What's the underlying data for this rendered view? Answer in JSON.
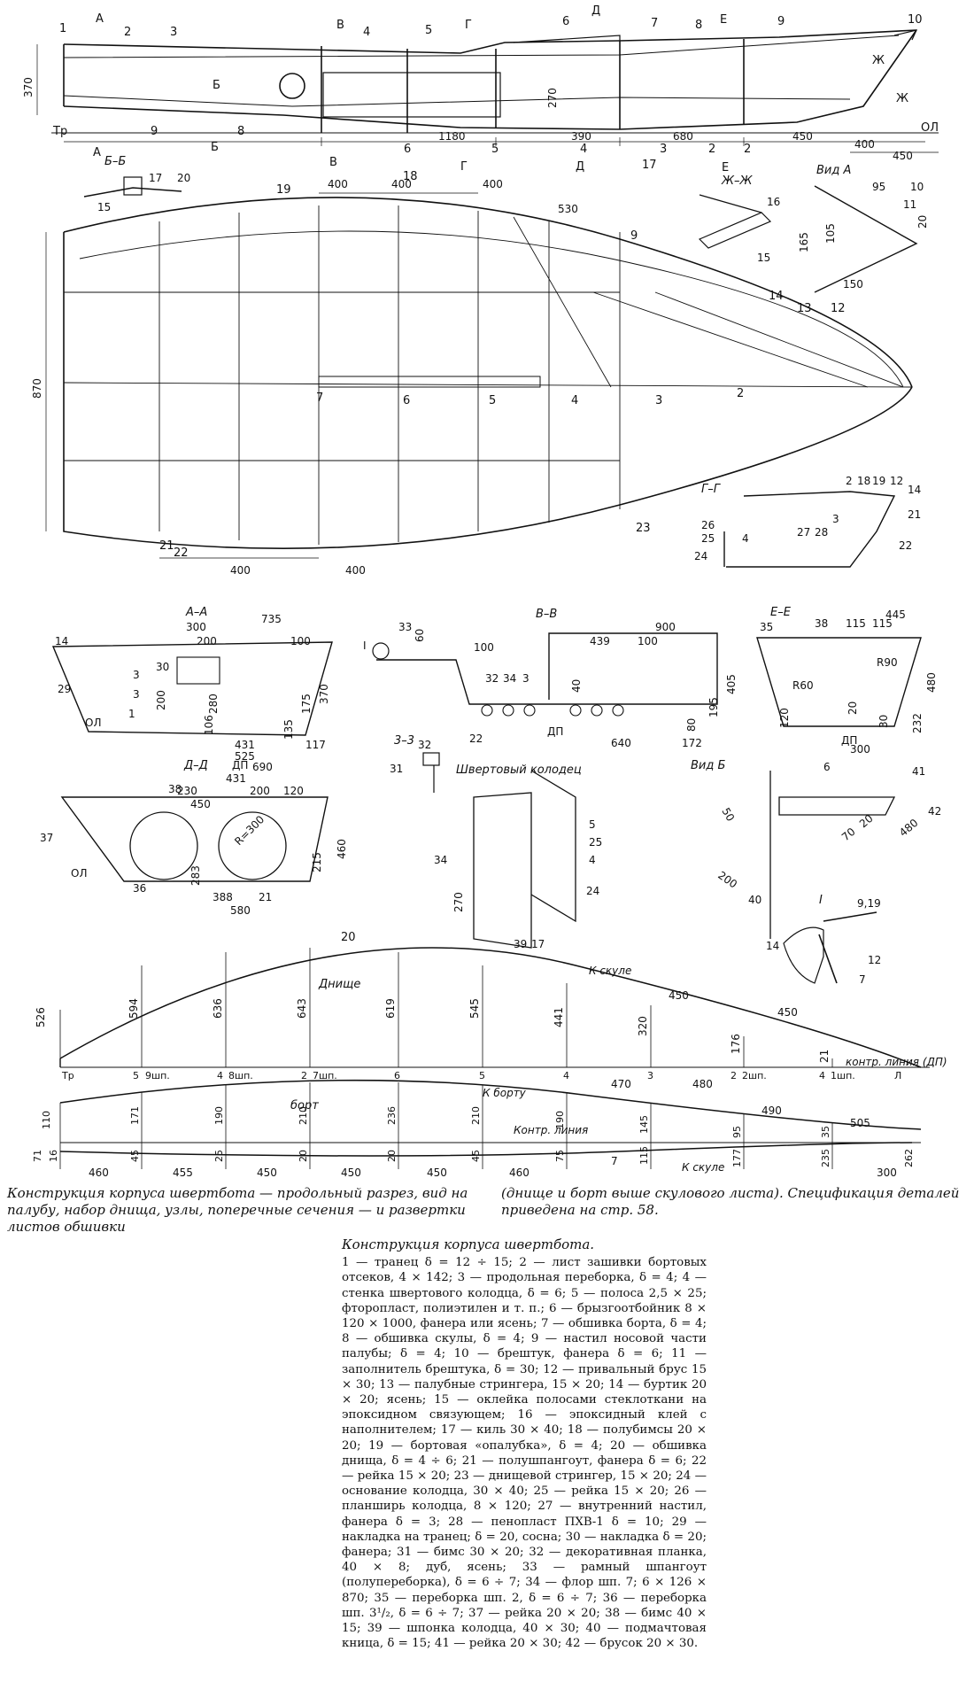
{
  "views": {
    "longitudinal": {
      "labels": [
        "1",
        "2",
        "3",
        "4",
        "5",
        "6",
        "7",
        "8",
        "9",
        "10",
        "Б",
        "Б",
        "А",
        "А",
        "В",
        "В",
        "Г",
        "Г",
        "Д",
        "Д",
        "Е",
        "Е",
        "Ж",
        "Ж",
        "Тр",
        "ОЛ",
        "9",
        "8",
        "6",
        "5",
        "4",
        "2",
        "17",
        "3",
        "2"
      ],
      "dims": [
        "370",
        "1180",
        "390",
        "680",
        "450",
        "400",
        "450",
        "270"
      ]
    },
    "section_bb": {
      "title": "Б–Б",
      "labels": [
        "17",
        "20",
        "15"
      ]
    },
    "plan": {
      "labels": [
        "18",
        "19",
        "9",
        "14",
        "13",
        "12",
        "7",
        "6",
        "5",
        "4",
        "3",
        "2",
        "21",
        "22",
        "23"
      ],
      "dims": [
        "400",
        "400",
        "400",
        "530",
        "870",
        "400",
        "400"
      ]
    },
    "section_zhzh": {
      "title": "Ж–Ж",
      "labels": [
        "16",
        "15"
      ]
    },
    "view_a": {
      "title": "Вид А",
      "labels": [
        "10",
        "11",
        "95",
        "105",
        "165",
        "20",
        "150"
      ]
    },
    "section_gg": {
      "title": "Г–Г",
      "labels": [
        "2",
        "18",
        "19",
        "12",
        "14",
        "21",
        "3",
        "26",
        "25",
        "4",
        "27",
        "28",
        "24",
        "22"
      ]
    },
    "section_aa": {
      "title": "А–А",
      "labels": [
        "14",
        "3",
        "30",
        "29",
        "3",
        "1",
        "ОЛ"
      ],
      "dims": [
        "735",
        "300",
        "200",
        "100",
        "200",
        "280",
        "175",
        "370",
        "135",
        "106",
        "431",
        "525",
        "117"
      ]
    },
    "section_vv": {
      "title": "В–В",
      "labels": [
        "I",
        "33",
        "32",
        "34",
        "3",
        "22",
        "ДП"
      ],
      "dims": [
        "60",
        "100",
        "900",
        "439",
        "100",
        "40",
        "405",
        "195",
        "80",
        "640",
        "172"
      ]
    },
    "section_ee": {
      "title": "Е–Е",
      "labels": [
        "35",
        "ДП",
        "R60",
        "R90"
      ],
      "dims": [
        "445",
        "38",
        "115",
        "115",
        "480",
        "232",
        "120",
        "20",
        "30",
        "300"
      ]
    },
    "section_33": {
      "title": "3–3",
      "labels": [
        "32",
        "31"
      ]
    },
    "section_dd": {
      "title": "Д–Д",
      "labels": [
        "ДП",
        "38",
        "37",
        "36",
        "ОЛ",
        "R=300"
      ],
      "dims": [
        "690",
        "431",
        "230",
        "200",
        "120",
        "450",
        "460",
        "215",
        "283",
        "388",
        "21",
        "580"
      ]
    },
    "centreboard_case": {
      "title": "Швертовый колодец",
      "labels": [
        "34",
        "5",
        "25",
        "4",
        "24",
        "39",
        "17"
      ],
      "dims": [
        "270"
      ]
    },
    "view_b": {
      "title": "Вид Б",
      "labels": [
        "6",
        "41",
        "42",
        "50",
        "480",
        "20",
        "70",
        "200",
        "40"
      ]
    },
    "node_i": {
      "title": "I",
      "labels": [
        "9,19",
        "14",
        "12",
        "7"
      ]
    },
    "bottom_development": {
      "title": "Днище",
      "label_top": "20",
      "to_chine": "К скуле",
      "control_line": "контр. линия (ДП)",
      "heights": [
        "526",
        "594",
        "636",
        "643",
        "619",
        "545",
        "441",
        "320",
        "176",
        "21"
      ],
      "stations": [
        "Тр",
        "5",
        "9шп.",
        "4",
        "8шп.",
        "2",
        "7шп.",
        "6",
        "5",
        "4",
        "3",
        "2",
        "2шп.",
        "4",
        "1шп.",
        "Л"
      ],
      "spans": [
        "450",
        "450",
        "470",
        "480"
      ]
    },
    "side_development": {
      "title": "борт",
      "to_side": "К борту",
      "control_line": "Контр. линия",
      "label_bottom": "7",
      "to_chine": "К скуле",
      "upper": [
        "110",
        "171",
        "190",
        "210",
        "236",
        "210",
        "190",
        "145",
        "95",
        "35"
      ],
      "lower": [
        "71",
        "16",
        "45",
        "25",
        "20",
        "20",
        "45",
        "75",
        "115",
        "177",
        "235",
        "262"
      ],
      "spans_top": [
        "490",
        "505"
      ],
      "spans_bottom": [
        "460",
        "455",
        "450",
        "450",
        "450",
        "460",
        "300"
      ]
    }
  },
  "caption_left": "Конструкция корпуса швертбота — продольный разрез, вид на палубу, набор днища, узлы, поперечные сечения — и развертки листов обшивки",
  "caption_right": "(днище и борт выше скулового листа). Спецификация деталей приведена на стр. 58.",
  "spec_title": "Конструкция корпуса швертбота.",
  "spec_text": "1 — транец δ = 12 ÷ 15; 2 — лист зашивки бортовых отсеков, 4 × 142; 3 — продольная переборка, δ = 4; 4 — стенка швертового колодца, δ = 6; 5 — полоса 2,5 × 25; фторопласт, полиэтилен и т. п.; 6 — брызгоотбойник 8 × 120 × 1000, фанера или ясень; 7 — обшивка борта, δ = 4; 8 — обшивка скулы, δ = 4; 9 — настил носовой части палубы; δ = 4; 10 — брештук, фанера δ = 6; 11 — заполнитель брештука, δ = 30; 12 — привальный брус 15 × 30; 13 — палубные стрингера, 15 × 20; 14 — буртик 20 × 20; ясень; 15 — оклейка полосами стеклоткани на эпоксидном связующем; 16 — эпоксидный клей с наполнителем; 17 — киль 30 × 40; 18 — полубимсы 20 × 20; 19 — бортовая «опалубка», δ = 4; 20 — обшивка днища, δ = 4 ÷ 6; 21 — полушпангоут, фанера δ = 6; 22 — рейка 15 × 20; 23 — днищевой стрингер, 15 × 20; 24 — основание колодца, 30 × 40; 25 — рейка 15 × 20; 26 — планширь колодца, 8 × 120; 27 — внутренний настил, фанера δ = 3; 28 — пенопласт ПХВ-1 δ = 10; 29 — накладка на транец; δ = 20, сосна; 30 — накладка δ = 20; фанера; 31 — бимс 30 × 20; 32 — декоративная планка, 40 × 8; дуб, ясень; 33 — рамный шпангоут (полупереборка), δ = 6 ÷ 7; 34 — флор шп. 7; 6 × 126 × 870; 35 — переборка шп. 2, δ = 6 ÷ 7; 36 — переборка шп. 3¹/₂, δ = 6 ÷ 7; 37 — рейка 20 × 20; 38 — бимс 40 × 15; 39 — шпонка колодца, 40 × 30; 40 — подмачтовая кница, δ = 15; 41 — рейка 20 × 30; 42 — брусок 20 × 30."
}
